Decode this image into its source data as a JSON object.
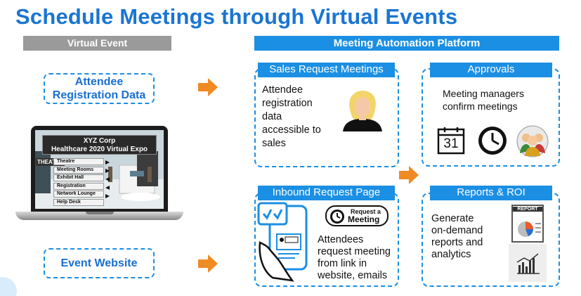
{
  "title": "Schedule Meetings through Virtual Events",
  "left_header": "Virtual Event",
  "right_header": "Meeting Automation Platform",
  "attendee_box": {
    "line1": "Attendee",
    "line2": "Registration Data"
  },
  "event_box": "Event Website",
  "laptop": {
    "banner_line1": "XYZ Corp",
    "banner_line2": "Healthcare 2020 Virtual Expo",
    "sign": "THEATRE",
    "menu": [
      "Theatre",
      "Meeting Rooms",
      "Exhibit Hall",
      "Registration",
      "Network Lounge",
      "Help Desk"
    ]
  },
  "panels": {
    "sales": {
      "header": "Sales Request Meetings",
      "lines": [
        "Attendee",
        "registration",
        "data",
        "accessible to",
        "sales"
      ]
    },
    "approvals": {
      "header": "Approvals",
      "lines": [
        "Meeting managers",
        "confirm meetings"
      ],
      "calendar_day": "31"
    },
    "inbound": {
      "header": "Inbound Request Page",
      "lines": [
        "Attendees",
        "request meeting",
        "from link in",
        "website, emails"
      ],
      "button_line1": "Request a",
      "button_line2": "Meeting"
    },
    "reports": {
      "header": "Reports & ROI",
      "lines": [
        "Generate",
        "on-demand",
        "reports and",
        "analytics"
      ],
      "report_label": "REPORT"
    }
  },
  "colors": {
    "brand_blue": "#1b8fe3",
    "title_blue": "#1a75d2",
    "arrow_orange": "#f08a24",
    "header_gray": "#9a9a9a"
  }
}
